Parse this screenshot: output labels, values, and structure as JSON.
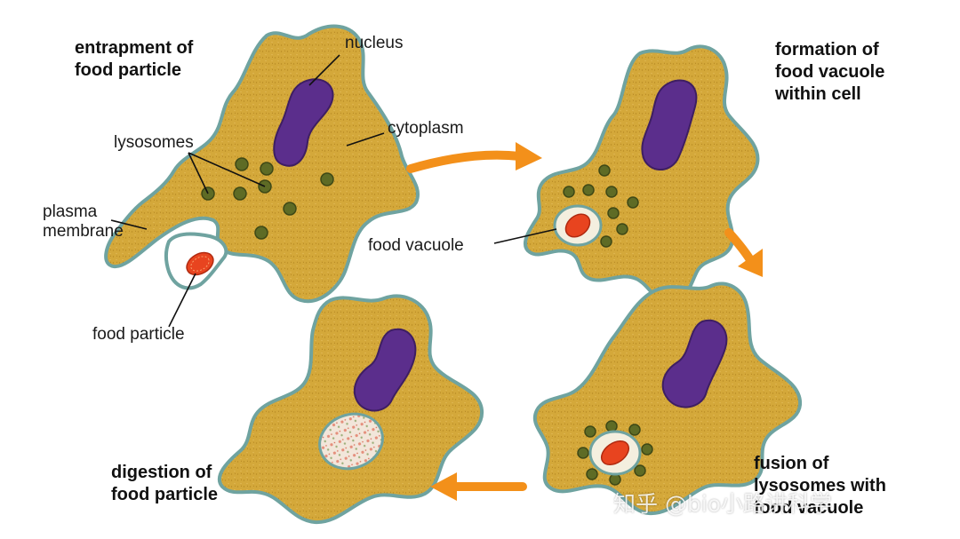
{
  "stages": {
    "entrapment": "entrapment of\nfood particle",
    "formation": "formation of\nfood vacuole\nwithin cell",
    "fusion": "fusion of\nlysosomes with\nfood vacuole",
    "digestion": "digestion of\nfood particle"
  },
  "labels": {
    "nucleus": "nucleus",
    "cytoplasm": "cytoplasm",
    "lysosomes": "lysosomes",
    "plasma_membrane": "plasma\nmembrane",
    "food_particle": "food particle",
    "food_vacuole": "food vacuole"
  },
  "watermark": "知乎 @bio小路讲科学",
  "colors": {
    "cytoplasm": "#D4A83A",
    "membrane": "#6FA3A0",
    "nucleus": "#5B2E8C",
    "lysosome": "#5E6B25",
    "food": "#E8441F",
    "vacuole": "#F4EFDF",
    "arrow": "#F3901A"
  }
}
